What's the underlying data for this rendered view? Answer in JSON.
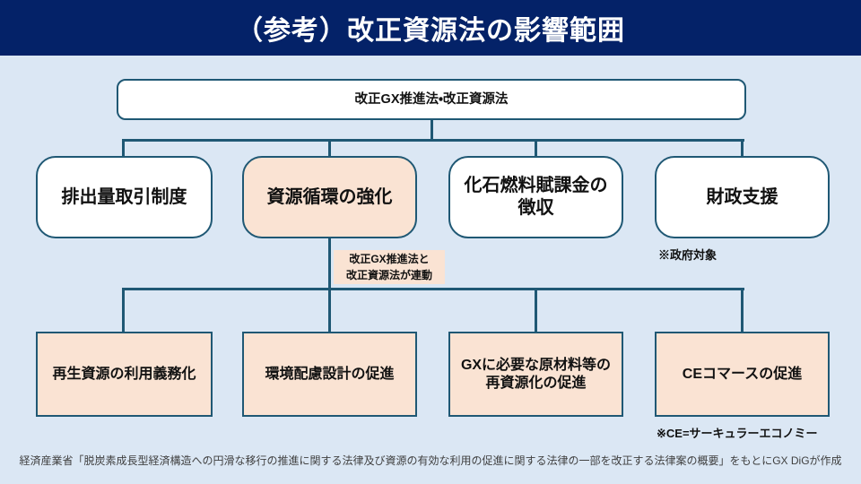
{
  "header": {
    "title": "（参考）改正資源法の影響範囲"
  },
  "colors": {
    "header_bg": "#042268",
    "background": "#DBE7F4",
    "box_border": "#1F5874",
    "highlight_fill": "#FAE3D3",
    "plain_fill": "#FFFFFF",
    "title_text": "#FFFFFF"
  },
  "tree": {
    "root": {
      "label": "改正GX推進法・改正資源法"
    },
    "branches": [
      {
        "label": "排出量取引制度",
        "highlight": false
      },
      {
        "label": "資源循環の強化",
        "highlight": true
      },
      {
        "label": "化石燃料賦課金の\n徴収",
        "highlight": false
      },
      {
        "label": "財政支援",
        "highlight": false
      }
    ],
    "branch_note": "※政府対象",
    "link_note": "改正GX推進法と\n改正資源法が連動",
    "leaves": [
      {
        "label": "再生資源の利用義務化"
      },
      {
        "label": "環境配慮設計の促進"
      },
      {
        "label": "GXに必要な原材料等の\n再資源化の促進"
      },
      {
        "label": "CEコマースの促進"
      }
    ],
    "leaf_note": "※CE=サーキュラーエコノミー"
  },
  "footer": {
    "source": "経済産業省「脱炭素成長型経済構造への円滑な移行の推進に関する法律及び資源の有効な利用の促進に関する法律の一部を改正する法律案の概要」をもとにGX DiGが作成"
  }
}
